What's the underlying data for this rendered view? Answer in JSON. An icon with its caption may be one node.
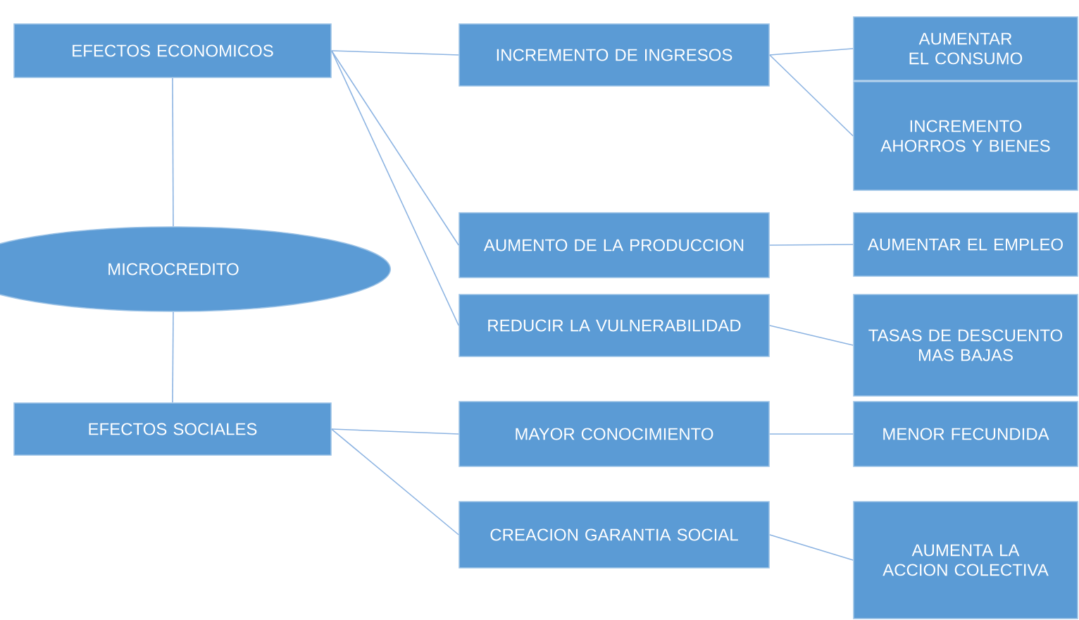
{
  "diagram": {
    "nodes": [
      {
        "text": [
          "EFECTOS ECONOMICOS"
        ]
      },
      {
        "text": [
          "MICROCREDITO"
        ]
      },
      {
        "text": [
          "EFECTOS SOCIALES"
        ]
      },
      {
        "text": [
          "INCREMENTO DE INGRESOS"
        ]
      },
      {
        "text": [
          "AUMENTO DE LA PRODUCCION"
        ]
      },
      {
        "text": [
          "REDUCIR LA VULNERABILIDAD"
        ]
      },
      {
        "text": [
          "MAYOR CONOCIMIENTO"
        ]
      },
      {
        "text": [
          "CREACION GARANTIA SOCIAL"
        ]
      },
      {
        "text": [
          "AUMENTAR EL CONSUMO"
        ]
      },
      {
        "text": [
          "INCREMENTO AHORROS Y BIENES"
        ]
      },
      {
        "text": [
          "AUMENTAR EL EMPLEO"
        ]
      },
      {
        "text": [
          "TASAS DE DESCUENTO MAS BAJAS"
        ]
      },
      {
        "text": [
          "MENOR FECUNDIDA"
        ]
      },
      {
        "text": [
          "AUMENTA LA ACCION COLECTIVA"
        ]
      }
    ],
    "edges": [
      {
        "from": 0,
        "to": 1,
        "arrow": "none"
      },
      {
        "from": 1,
        "to": 2,
        "arrow": "none"
      },
      {
        "from": 0,
        "to": 3,
        "arrow": "none"
      },
      {
        "from": 0,
        "to": 4,
        "arrow": "none"
      },
      {
        "from": 0,
        "to": 5,
        "arrow": "none"
      },
      {
        "from": 2,
        "to": 6,
        "arrow": "none"
      },
      {
        "from": 2,
        "to": 7,
        "arrow": "none"
      },
      {
        "from": 3,
        "to": 8,
        "arrow": "none"
      },
      {
        "from": 3,
        "to": 9,
        "arrow": "none"
      },
      {
        "from": 4,
        "to": 10,
        "arrow": "none"
      },
      {
        "from": 5,
        "to": 11,
        "arrow": "none"
      },
      {
        "from": 6,
        "to": 12,
        "arrow": "none"
      },
      {
        "from": 7,
        "to": 13,
        "arrow": "none"
      }
    ]
  }
}
